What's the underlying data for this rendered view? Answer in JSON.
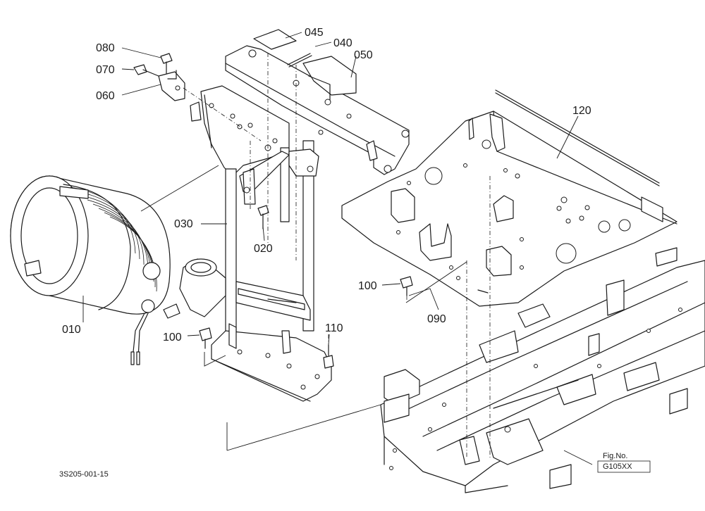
{
  "parts": [
    {
      "id": "p010",
      "label": "010"
    },
    {
      "id": "p020",
      "label": "020"
    },
    {
      "id": "p030",
      "label": "030"
    },
    {
      "id": "p040",
      "label": "040"
    },
    {
      "id": "p045",
      "label": "045"
    },
    {
      "id": "p050",
      "label": "050"
    },
    {
      "id": "p060",
      "label": "060"
    },
    {
      "id": "p070",
      "label": "070"
    },
    {
      "id": "p080",
      "label": "080"
    },
    {
      "id": "p090",
      "label": "090"
    },
    {
      "id": "p100a",
      "label": "100"
    },
    {
      "id": "p100b",
      "label": "100"
    },
    {
      "id": "p110",
      "label": "110"
    },
    {
      "id": "p120",
      "label": "120"
    }
  ],
  "footer": {
    "drawing_code": "3S205-001-15",
    "fig_label": "Fig.No.",
    "fig_number": "G105XX"
  }
}
